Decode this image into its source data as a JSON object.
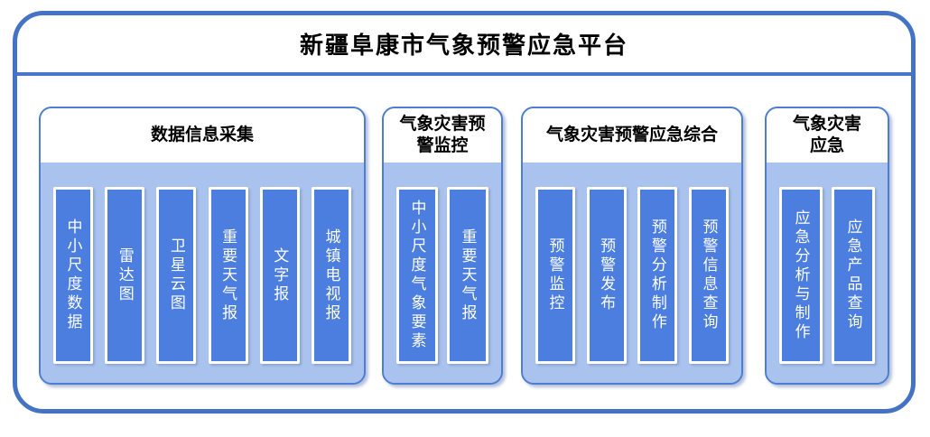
{
  "title": "新疆阜康市气象预警应急平台",
  "colors": {
    "frame-border": "#4472c4",
    "divider": "#4a76c9",
    "panel-border": "#4d7ed1",
    "panel-body": "#a9c3ee",
    "bar-fill": "#4b7ede",
    "bar-border": "#ffffff",
    "title-color": "#000000"
  },
  "panels": [
    {
      "header": "数据信息采集",
      "items": [
        "中小尺度数据",
        "雷达图",
        "卫星云图",
        "重要天气报",
        "文字报",
        "城镇电视报"
      ]
    },
    {
      "header": "气象灾害预\n警监控",
      "items": [
        "中小尺度气象要素",
        "重要天气报"
      ]
    },
    {
      "header": "气象灾害预警应急综合",
      "items": [
        "预警监控",
        "预警发布",
        "预警分析制作",
        "预警信息查询"
      ]
    },
    {
      "header": "气象灾害\n应急",
      "items": [
        "应急分析与制作",
        "应急产品查询"
      ]
    }
  ]
}
